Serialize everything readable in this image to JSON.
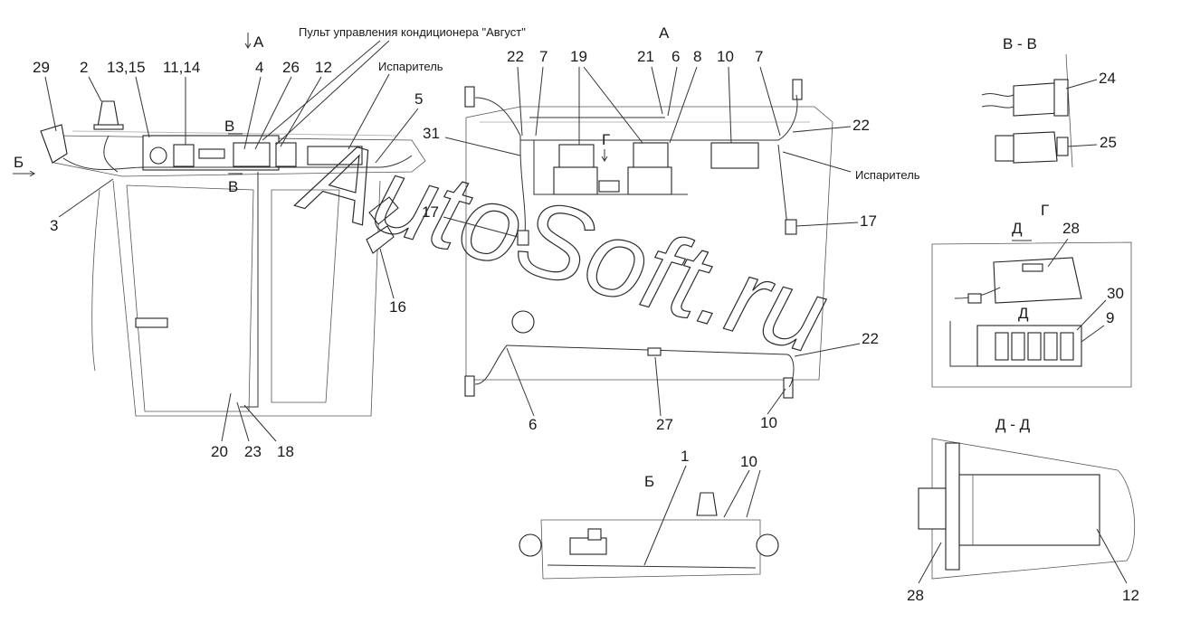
{
  "views": {
    "main_cab": {
      "callouts": [
        "29",
        "2",
        "13,15",
        "11,14",
        "4",
        "26",
        "12",
        "5",
        "3",
        "16",
        "20",
        "23",
        "18"
      ],
      "section_marks": [
        "А",
        "В",
        "В",
        "Б"
      ],
      "title_text": "Пульт управления кондиционера \"Август\"",
      "evaporator": "Испаритель"
    },
    "view_a": {
      "title": "А",
      "callouts": [
        "22",
        "7",
        "19",
        "21",
        "6",
        "8",
        "10",
        "7",
        "22",
        "31",
        "17",
        "17",
        "22",
        "6",
        "27",
        "10"
      ],
      "arrow_mark": "Г",
      "evaporator": "Испаритель"
    },
    "view_b": {
      "title": "Б",
      "callouts": [
        "1",
        "10"
      ]
    },
    "section_vv": {
      "title": "В - В",
      "callouts": [
        "24",
        "25"
      ]
    },
    "view_g": {
      "title": "Г",
      "section_mark": "Д",
      "section_mark_2": "Д",
      "callouts": [
        "28",
        "30",
        "9"
      ]
    },
    "section_dd": {
      "title": "Д - Д",
      "callouts": [
        "28",
        "12"
      ]
    }
  },
  "watermark": "AutoSoft.ru"
}
